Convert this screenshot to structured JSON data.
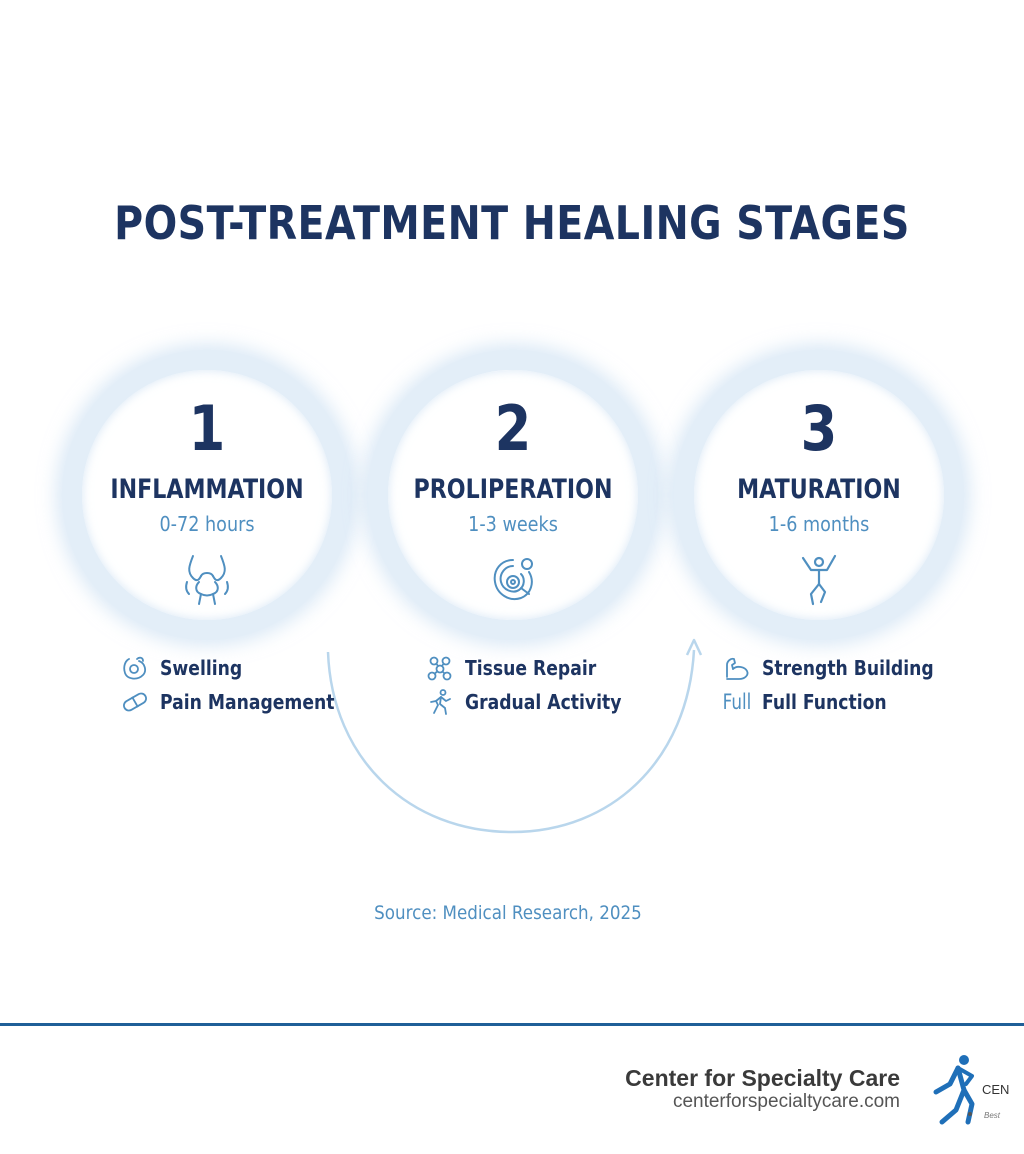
{
  "title": "POST-TREATMENT HEALING STAGES",
  "stages": [
    {
      "number": "1",
      "name": "INFLAMMATION",
      "duration": "0-72 hours",
      "icon": "joint-icon",
      "items": [
        {
          "icon": "swelling-icon",
          "label": "Swelling"
        },
        {
          "icon": "pill-icon",
          "label": "Pain Management"
        }
      ]
    },
    {
      "number": "2",
      "name": "PROLIPERATION",
      "duration": "1-3 weeks",
      "icon": "cell-icon",
      "items": [
        {
          "icon": "molecule-icon",
          "label": "Tissue Repair"
        },
        {
          "icon": "walking-icon",
          "label": "Gradual Activity"
        }
      ]
    },
    {
      "number": "3",
      "name": "MATURATION",
      "duration": "1-6 months",
      "icon": "jumping-person-icon",
      "items": [
        {
          "icon": "muscle-icon",
          "label": "Strength Building"
        },
        {
          "icon": "full-text-icon",
          "icon_text": "Full",
          "label": "Full Function"
        }
      ]
    }
  ],
  "source": "Source: Medical Research, 2025",
  "footer": {
    "org_name": "Center for Specialty Care",
    "org_url": "centerforspecialtycare.com",
    "logo_text": "CEN",
    "logo_tagline": "Best"
  },
  "colors": {
    "navy": "#1d3461",
    "accent_blue": "#4f8fc0",
    "ring": "#e3eef8",
    "divider": "#1f5f98"
  }
}
